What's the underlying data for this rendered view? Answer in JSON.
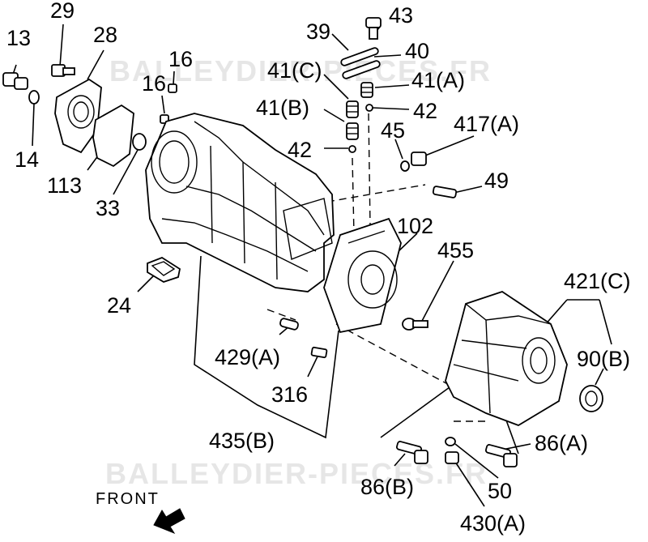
{
  "watermark": {
    "top": "BALLEYDIER-PIECES.FR",
    "bottom": "BALLEYDIER-PIECES.FR"
  },
  "direction_label": "FRONT",
  "callouts": [
    {
      "id": "13",
      "text": "13"
    },
    {
      "id": "29",
      "text": "29"
    },
    {
      "id": "28",
      "text": "28"
    },
    {
      "id": "16a",
      "text": "16"
    },
    {
      "id": "16b",
      "text": "16"
    },
    {
      "id": "14",
      "text": "14"
    },
    {
      "id": "113",
      "text": "113"
    },
    {
      "id": "33",
      "text": "33"
    },
    {
      "id": "24",
      "text": "24"
    },
    {
      "id": "39",
      "text": "39"
    },
    {
      "id": "43",
      "text": "43"
    },
    {
      "id": "40",
      "text": "40"
    },
    {
      "id": "41c",
      "text": "41(C)"
    },
    {
      "id": "41a",
      "text": "41(A)"
    },
    {
      "id": "41b",
      "text": "41(B)"
    },
    {
      "id": "42a",
      "text": "42"
    },
    {
      "id": "42b",
      "text": "42"
    },
    {
      "id": "45",
      "text": "45"
    },
    {
      "id": "417a",
      "text": "417(A)"
    },
    {
      "id": "49",
      "text": "49"
    },
    {
      "id": "102",
      "text": "102"
    },
    {
      "id": "455",
      "text": "455"
    },
    {
      "id": "421c",
      "text": "421(C)"
    },
    {
      "id": "90b",
      "text": "90(B)"
    },
    {
      "id": "429a",
      "text": "429(A)"
    },
    {
      "id": "316",
      "text": "316"
    },
    {
      "id": "435b",
      "text": "435(B)"
    },
    {
      "id": "86a",
      "text": "86(A)"
    },
    {
      "id": "86b",
      "text": "86(B)"
    },
    {
      "id": "50",
      "text": "50"
    },
    {
      "id": "430a",
      "text": "430(A)"
    }
  ]
}
